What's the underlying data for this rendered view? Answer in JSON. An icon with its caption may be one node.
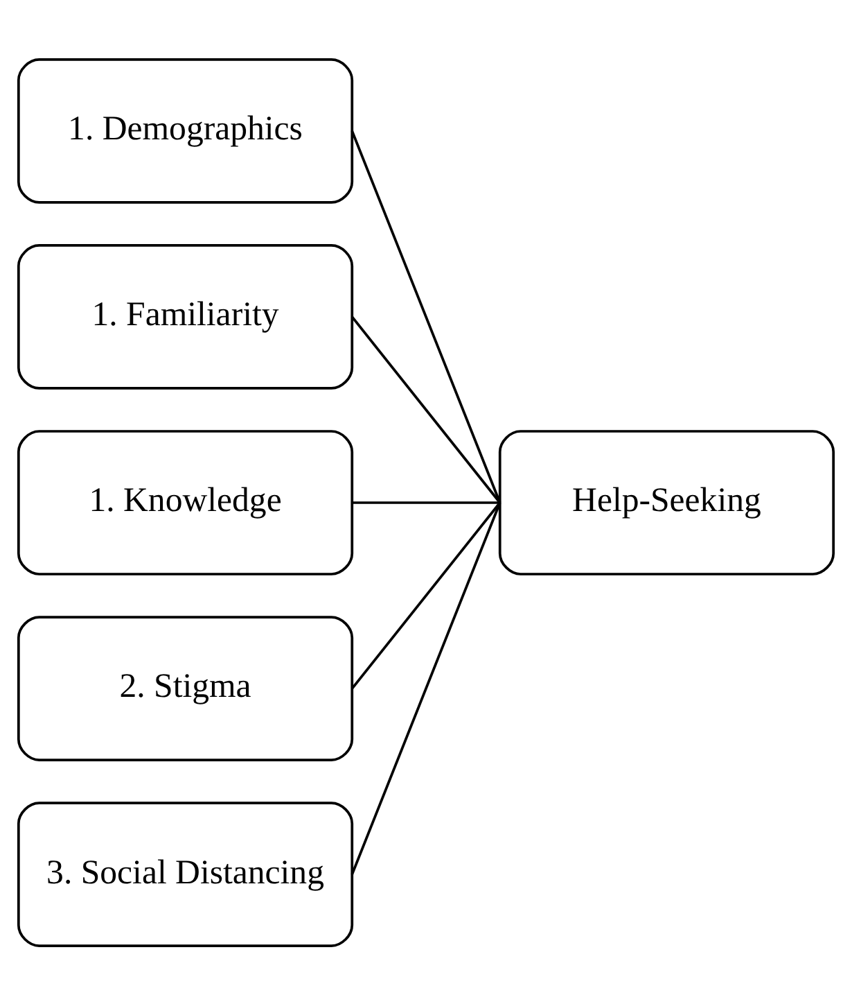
{
  "diagram": {
    "nodes": [
      {
        "text": [
          "1. Demographics"
        ]
      },
      {
        "text": [
          "1. Familiarity"
        ]
      },
      {
        "text": [
          "1. Knowledge"
        ]
      },
      {
        "text": [
          "2. Stigma"
        ]
      },
      {
        "text": [
          "3. Social Distancing"
        ]
      },
      {
        "text": [
          "Help-Seeking"
        ]
      }
    ],
    "edges": [
      {
        "from": 0,
        "to": 5,
        "arrow": "none"
      },
      {
        "from": 1,
        "to": 5,
        "arrow": "none"
      },
      {
        "from": 2,
        "to": 5,
        "arrow": "none"
      },
      {
        "from": 3,
        "to": 5,
        "arrow": "none"
      },
      {
        "from": 4,
        "to": 5,
        "arrow": "none"
      }
    ]
  }
}
